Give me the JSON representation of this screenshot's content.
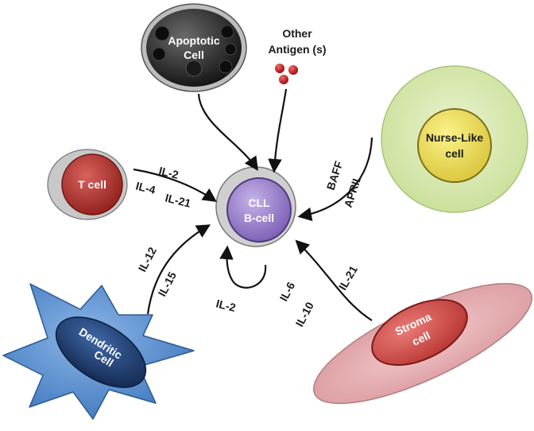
{
  "cells": {
    "apoptotic": {
      "line1": "Apoptotic",
      "line2": "Cell",
      "color": "#2b2b2b"
    },
    "antigen": {
      "line1": "Other",
      "line2": "Antigen  (s)",
      "color": "#c0171b"
    },
    "cll": {
      "line1": "CLL",
      "line2": "B-cell",
      "color": "#9b7fc9"
    },
    "tcell": {
      "label": "T cell",
      "color": "#b3322e"
    },
    "nurse": {
      "line1": "Nurse-Like",
      "line2": "cell",
      "outer_color": "#d7e8b0",
      "inner_color": "#f0e04a"
    },
    "dendritic": {
      "line1": "Dendritic",
      "line2": "Cell",
      "outer_color": "#5a8fd0",
      "inner_color": "#1f3f78"
    },
    "stroma": {
      "line1": "Stroma",
      "line2": "cell",
      "outer_color": "#e8b5b8",
      "inner_color": "#d9534f"
    }
  },
  "labels": {
    "il2_t": "IL-2",
    "il4": "IL-4",
    "il21_t": "IL-21",
    "baff": "BAFF",
    "april": "APRIL",
    "il12": "IL-12",
    "il15": "IL-15",
    "il2_self": "IL-2",
    "il6": "IL-6",
    "il10": "IL-10",
    "il21_stroma": "IL-21"
  }
}
